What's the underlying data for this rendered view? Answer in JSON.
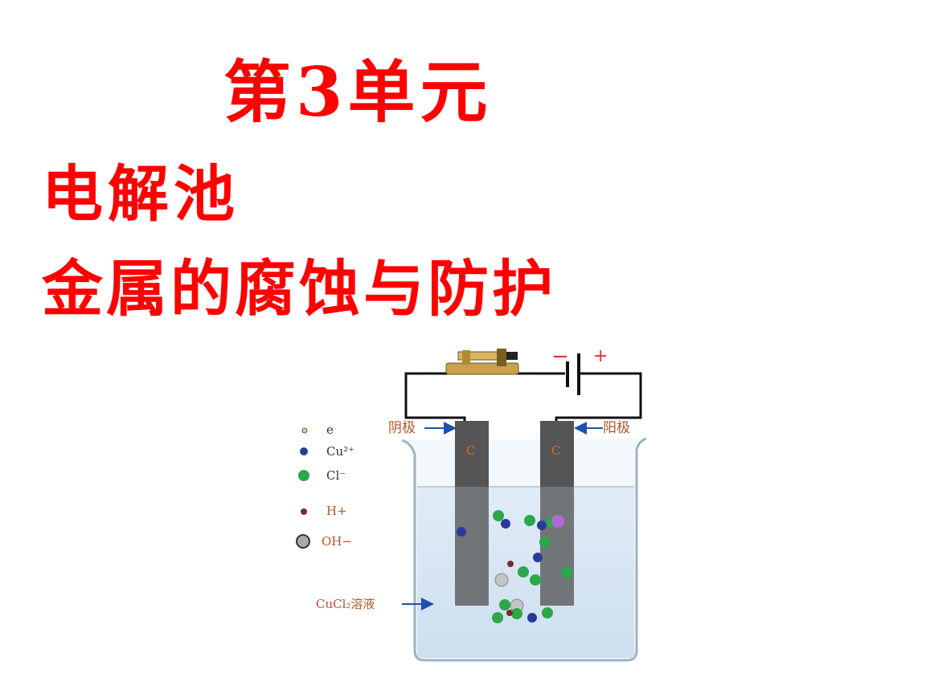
{
  "slide": {
    "title_line1": "第3单元",
    "title_line2": "电解池",
    "title_line3": "金属的腐蚀与防护"
  },
  "diagram": {
    "battery_minus": "−",
    "battery_plus": "+",
    "cathode_label": "阴极",
    "anode_label": "阳极",
    "electrode_letter": "C",
    "solution_label": "CuCl₂溶液",
    "legend": [
      {
        "label": "e",
        "color": "#c9d98a"
      },
      {
        "label": "Cu²⁺",
        "color": "#2a3a9a"
      },
      {
        "label": "Cl⁻",
        "color": "#2aa84a"
      },
      {
        "label": "H+",
        "color": "#7a2a2a"
      },
      {
        "label": "OH−",
        "color": "#aaaaaa"
      }
    ]
  },
  "colors": {
    "title": "#ff0000",
    "label": "#b3562a",
    "arrow": "#1e4fb0"
  }
}
